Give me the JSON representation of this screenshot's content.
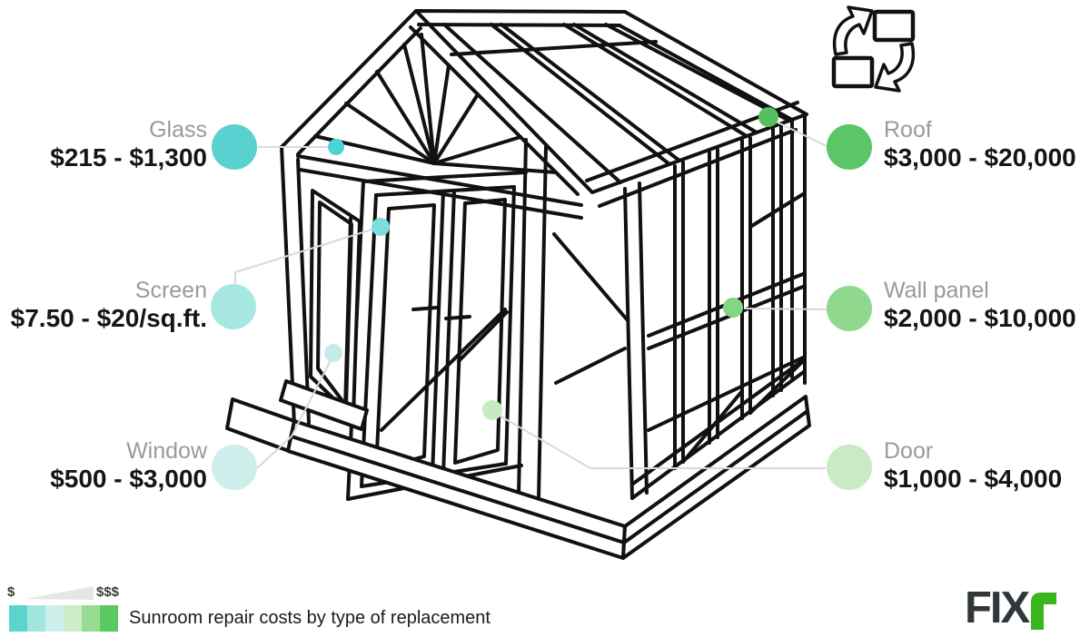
{
  "header_icon": {
    "name": "replace-icon"
  },
  "callouts": {
    "left": [
      {
        "name": "Glass",
        "price": "$215 - $1,300",
        "circle_color": "#5ad1d1",
        "dot_color": "#4ed2d6"
      },
      {
        "name": "Screen",
        "price": "$7.50 - $20/sq.ft.",
        "circle_color": "#a7e7e2",
        "dot_color": "#7cdddd"
      },
      {
        "name": "Window",
        "price": "$500 - $3,000",
        "circle_color": "#cdeeeb",
        "dot_color": "#c4ecea"
      }
    ],
    "right": [
      {
        "name": "Roof",
        "price": "$3,000 - $20,000",
        "circle_color": "#5cc568",
        "dot_color": "#53c25e"
      },
      {
        "name": "Wall panel",
        "price": "$2,000 - $10,000",
        "circle_color": "#8fd88d",
        "dot_color": "#83d682"
      },
      {
        "name": "Door",
        "price": "$1,000 - $4,000",
        "circle_color": "#c9eac5",
        "dot_color": "#c7eac3"
      }
    ]
  },
  "legend": {
    "low_label": "$",
    "high_label": "$$$",
    "swatches": [
      "#5cd3cd",
      "#a3e6e0",
      "#cdf0ec",
      "#cdecca",
      "#96dc93",
      "#5bc962"
    ],
    "caption": "Sunroom repair costs by type of replacement"
  },
  "logo": {
    "text": "FIX",
    "accent_color": "#3bb51e",
    "dark_color": "#31363a"
  }
}
